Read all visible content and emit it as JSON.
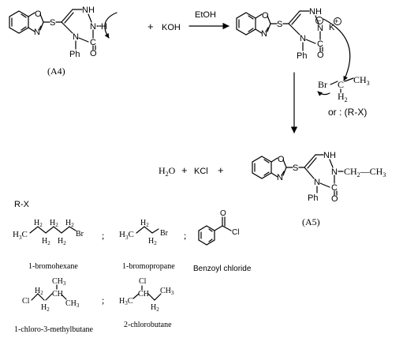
{
  "reaction": {
    "start": {
      "label": "(A4)",
      "atoms": {
        "O": "O",
        "N": "N",
        "S": "S",
        "NH": "NH",
        "N2": "N",
        "H": "H",
        "N4": "N",
        "C": "C",
        "O2": "O",
        "Ph": "Ph"
      }
    },
    "plus1": "+",
    "reagent": "KOH",
    "conditions": "EtOH",
    "intermediate": {
      "atoms": {
        "O": "O",
        "N": "N",
        "S": "S",
        "NH": "NH",
        "N2": "N",
        "N4": "N",
        "C": "C",
        "O2": "O",
        "Ph": "Ph"
      },
      "minus": "−",
      "k": "K",
      "plus": "+"
    },
    "alkyl": {
      "br": "Br",
      "c": "C",
      "h2": "H",
      "h2sub": "2",
      "ch3": "CH",
      "ch3sub": "3"
    },
    "or_text": "or : (R-X)",
    "byproducts": {
      "h2o": "H",
      "h2o_sub": "2",
      "h2o_tail": "O",
      "plus_a": "+",
      "kcl": "KCl",
      "plus_b": "+"
    },
    "product": {
      "label": "(A5)",
      "atoms": {
        "O": "O",
        "N": "N",
        "S": "S",
        "NH": "NH",
        "N2": "N",
        "ethyl": "CH",
        "ethyl_sub1": "2",
        "ethyl_mid": "CH",
        "ethyl_sub2": "3",
        "N4": "N",
        "C": "C",
        "O2": "O",
        "Ph": "Ph"
      }
    }
  },
  "rx": {
    "title": "R-X",
    "separator": ";",
    "bromohexane": {
      "name": "1-bromohexane",
      "h3c": "H",
      "h3c_sub": "3",
      "c": "C",
      "h2": "H",
      "h2_sub": "2",
      "br": "Br"
    },
    "bromopropane": {
      "name": "1-bromopropane",
      "h3c": "H",
      "h3c_sub": "3",
      "c": "C",
      "h2": "H",
      "h2_sub": "2",
      "br": "Br"
    },
    "benzoyl_chloride": {
      "name": "Benzoyl chloride",
      "o": "O",
      "cl": "Cl"
    },
    "chloromethylbutane": {
      "name": "1-chloro-3-methylbutane",
      "cl": "Cl",
      "c": "C",
      "ch": "CH",
      "ch3": "CH",
      "ch3_sub": "3",
      "h2": "H",
      "h2_sub": "2"
    },
    "chlorobutane": {
      "name": "2-chlorobutane",
      "cl": "Cl",
      "c": "C",
      "h3c": "H",
      "h3c_sub": "3",
      "ch": "CH",
      "h2": "H",
      "h2_sub": "2",
      "ch3": "CH",
      "ch3_sub": "3"
    }
  },
  "colors": {
    "ink": "#000000",
    "background": "#ffffff"
  }
}
